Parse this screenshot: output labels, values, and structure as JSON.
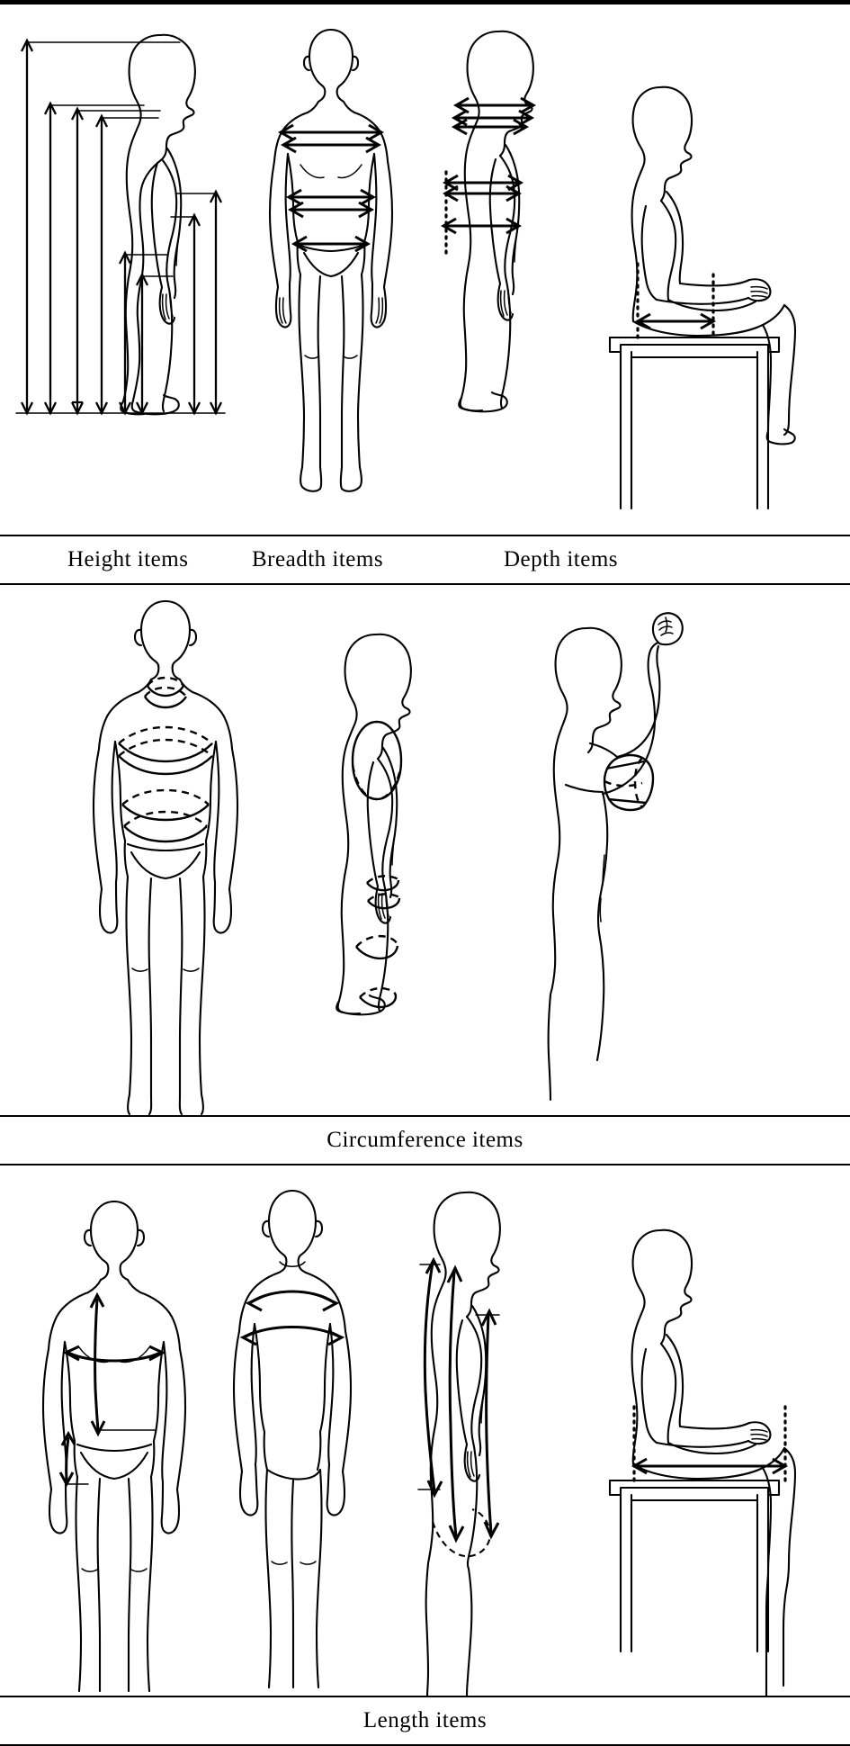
{
  "figure": {
    "kind": "anthropometric-measurement-chart",
    "background": "#ffffff",
    "line_color": "#000000",
    "rows": [
      {
        "id": "row-height-breadth-depth",
        "label_row": [
          {
            "key": "height",
            "text": "Height  items"
          },
          {
            "key": "breadth",
            "text": "Breadth  items"
          },
          {
            "key": "depth",
            "text": "Depth  items"
          }
        ],
        "figures": [
          {
            "key": "height-side",
            "pose": "standing-side-view",
            "annotation": "vertical-double-headed-arrows"
          },
          {
            "key": "breadth-front",
            "pose": "standing-front-view",
            "annotation": "horizontal-double-headed-arrows"
          },
          {
            "key": "depth-side",
            "pose": "standing-side-view",
            "annotation": "horizontal-double-headed-arrows-with-dotted-reference"
          },
          {
            "key": "depth-seated",
            "pose": "seated-side-view-on-bench",
            "annotation": "horizontal-arrow-between-dotted-verticals"
          }
        ]
      },
      {
        "id": "row-circumference",
        "label_row": [
          {
            "key": "circumference",
            "text": "Circumference  items"
          }
        ],
        "figures": [
          {
            "key": "circ-front",
            "pose": "standing-front-view",
            "annotation": "neck-chest-waist-hip-bands"
          },
          {
            "key": "circ-side",
            "pose": "standing-side-view",
            "annotation": "shoulder-wrist-thigh-knee-bands"
          },
          {
            "key": "circ-arm",
            "pose": "standing-side-view-flexed-arm",
            "annotation": "upper-arm-band"
          }
        ]
      },
      {
        "id": "row-length",
        "label_row": [
          {
            "key": "length",
            "text": "Length  items"
          }
        ],
        "figures": [
          {
            "key": "len-front",
            "pose": "standing-front-view",
            "annotation": "chest-width-and-vertical-torso-arrows"
          },
          {
            "key": "len-back",
            "pose": "standing-back-view",
            "annotation": "shoulder-width-curved-arrows"
          },
          {
            "key": "len-side",
            "pose": "standing-side-view",
            "annotation": "long-vertical-back-contour-arrows"
          },
          {
            "key": "len-seated",
            "pose": "seated-side-view-on-bench",
            "annotation": "buttock-knee-length-arrow"
          }
        ]
      }
    ]
  }
}
